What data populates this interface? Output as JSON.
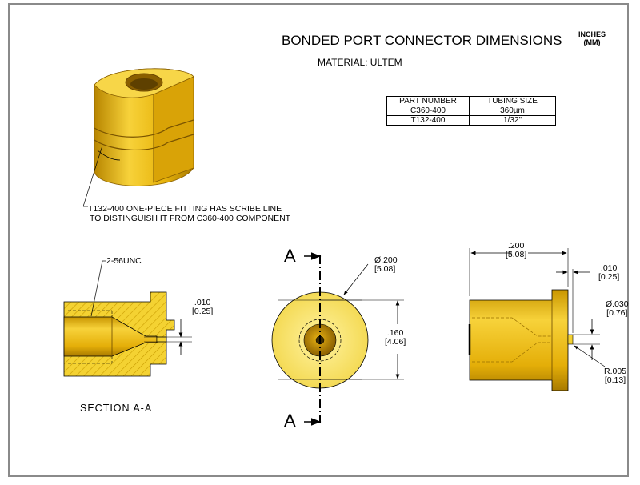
{
  "title": "BONDED PORT CONNECTOR DIMENSIONS",
  "units": {
    "primary": "INCHES",
    "secondary": "(MM)"
  },
  "material": "MATERIAL: ULTEM",
  "parts_table": {
    "headers": [
      "PART NUMBER",
      "TUBING SIZE"
    ],
    "rows": [
      [
        "C360-400",
        "360µm"
      ],
      [
        "T132-400",
        "1/32\""
      ]
    ]
  },
  "note": {
    "line1": "T132-400 ONE-PIECE FITTING HAS SCRIBE LINE",
    "line2": "TO DISTINGUISH IT FROM C360-400 COMPONENT"
  },
  "section_view": {
    "thread_label": "2-56UNC",
    "gap_in": ".010",
    "gap_mm": "[0.25]",
    "caption": "SECTION A-A"
  },
  "front_view": {
    "cut_label_top": "A",
    "cut_label_bottom": "A",
    "diameter_in": "Ø.200",
    "diameter_mm": "[5.08]",
    "height_in": ".160",
    "height_mm": "[4.06]"
  },
  "side_view": {
    "length_in": ".200",
    "length_mm": "[5.08]",
    "tip_in": ".010",
    "tip_mm": "[0.25]",
    "bore_in": "Ø.030",
    "bore_mm": "[0.76]",
    "radius_in": "R.005",
    "radius_mm": "[0.13]"
  },
  "colors": {
    "part_fill": "#f2c21b",
    "part_dark": "#b88600",
    "part_light": "#fbe57a",
    "hatch": "#c89b00"
  }
}
